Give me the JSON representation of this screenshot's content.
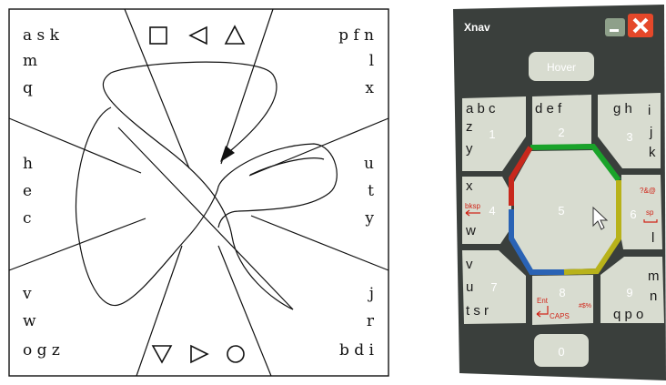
{
  "left_figure": {
    "corner_letters": {
      "top_left_row1": "a s k",
      "top_left_row2": "m",
      "top_left_row3": "q",
      "top_right_row1": "p f n",
      "top_right_row2": "l",
      "top_right_row3": "x",
      "left_row1": "h",
      "left_row2": "e",
      "left_row3": "c",
      "right_row1": "u",
      "right_row2": "t",
      "right_row3": "y",
      "bottom_left_row1": "v",
      "bottom_left_row2": "w",
      "bottom_left_row3": "o g z",
      "bottom_right_row1": "j",
      "bottom_right_row2": "r",
      "bottom_right_row3": "b d i"
    },
    "top_symbols": [
      "□",
      "◁",
      "△"
    ],
    "bottom_symbols": [
      "▽",
      "▷",
      "○"
    ]
  },
  "xnav_window": {
    "title": "Xnav",
    "hover_button": "Hover",
    "zero_button": "0",
    "sectors": [
      {
        "number": "1",
        "letters_top": "a b c",
        "letters_side": [
          "z",
          "y"
        ]
      },
      {
        "number": "2",
        "letters_top": "d e f"
      },
      {
        "number": "3",
        "letters_top": "g h",
        "letters_side": [
          "i",
          "j",
          "k"
        ]
      },
      {
        "number": "4",
        "letters_side": [
          "x",
          "w"
        ],
        "extra": "bksp"
      },
      {
        "number": "5"
      },
      {
        "number": "6",
        "extra": "?&@",
        "extra2": "sp",
        "letters_side": [
          "l"
        ]
      },
      {
        "number": "7",
        "letters_side": [
          "v",
          "u"
        ],
        "letters_bottom": "t s r"
      },
      {
        "number": "8",
        "extra": "Ent",
        "extra2": "CAPS",
        "extra3": "#$%"
      },
      {
        "number": "9",
        "letters_side": [
          "m",
          "n"
        ],
        "letters_bottom": "q p o"
      }
    ],
    "colors": {
      "frame": "#3a3f3c",
      "key": "#d8dcd0",
      "green_segment": "#1aa32a",
      "red_segment": "#c8281c",
      "blue_segment": "#2a63b5",
      "yellow_segment": "#b8b21a",
      "close_button": "#e5482a",
      "min_button": "#8ea08a",
      "red_text": "#d02418"
    }
  }
}
